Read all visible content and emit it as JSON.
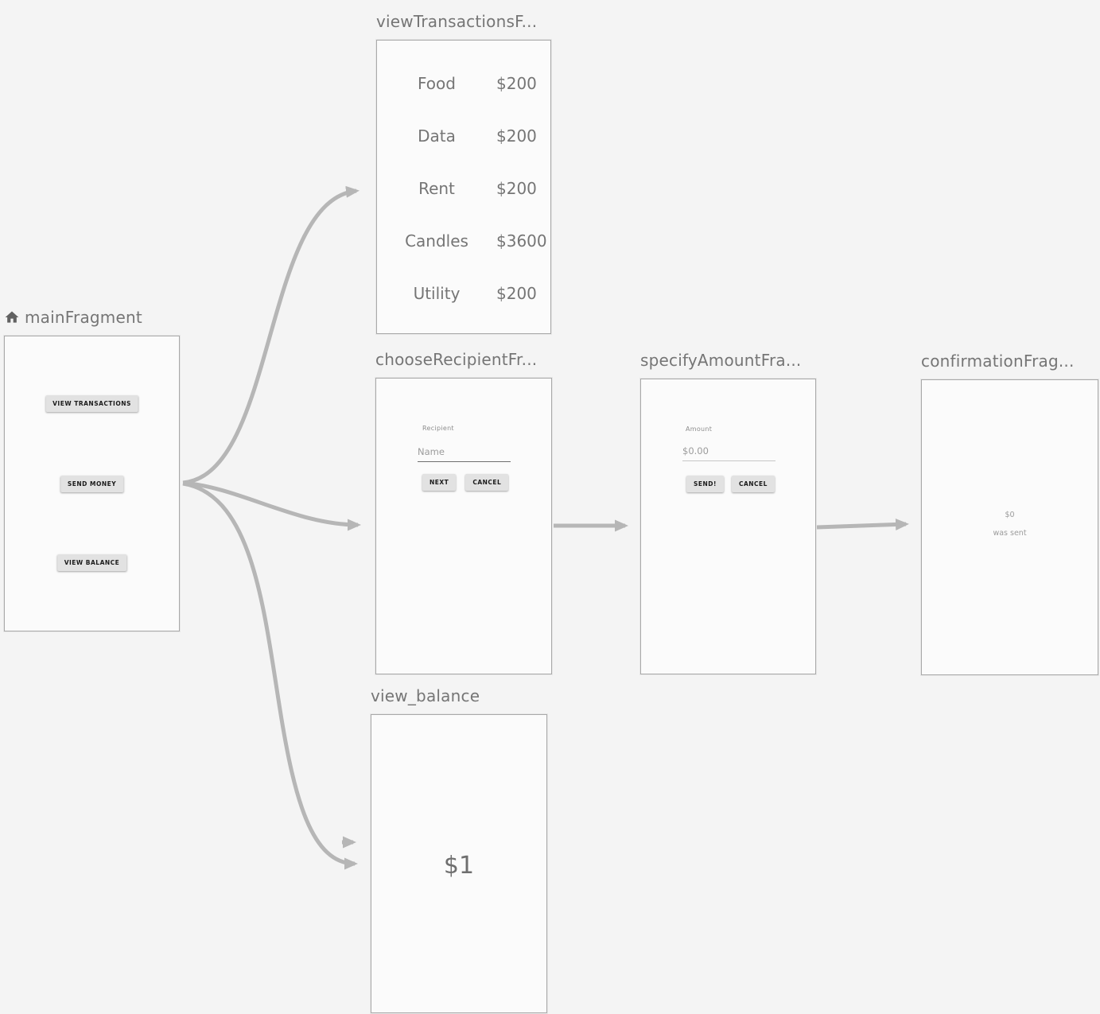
{
  "colors": {
    "background": "#f4f4f4",
    "fragment_fill": "#fbfbfb",
    "fragment_border": "#a9a9a9",
    "arrow": "#b6b6b6",
    "title_text": "#757575",
    "content_text": "#757575",
    "button_bg": "#e2e2e2",
    "button_text": "#1a1a1a",
    "hint_text": "#9b9b9b"
  },
  "fragments": {
    "main": {
      "title": "mainFragment",
      "home_icon": "home-icon",
      "buttons": [
        {
          "label": "VIEW TRANSACTIONS"
        },
        {
          "label": "SEND MONEY"
        },
        {
          "label": "VIEW BALANCE"
        }
      ]
    },
    "view_transactions": {
      "title": "viewTransactionsF...",
      "rows": [
        {
          "name": "Food",
          "amount": "$200"
        },
        {
          "name": "Data",
          "amount": "$200"
        },
        {
          "name": "Rent",
          "amount": "$200"
        },
        {
          "name": "Candles",
          "amount": "$3600"
        },
        {
          "name": "Utility",
          "amount": "$200"
        }
      ]
    },
    "choose_recipient": {
      "title": "chooseRecipientFr...",
      "field_label": "Recipient",
      "input_placeholder": "Name",
      "buttons": [
        "NEXT",
        "CANCEL"
      ]
    },
    "specify_amount": {
      "title": "specifyAmountFra...",
      "field_label": "Amount",
      "input_value": "$0.00",
      "buttons": [
        "SEND!",
        "CANCEL"
      ]
    },
    "confirmation": {
      "title": "confirmationFrag...",
      "amount": "$0",
      "message": "was sent"
    },
    "view_balance": {
      "title": "view_balance",
      "balance": "$1"
    }
  }
}
